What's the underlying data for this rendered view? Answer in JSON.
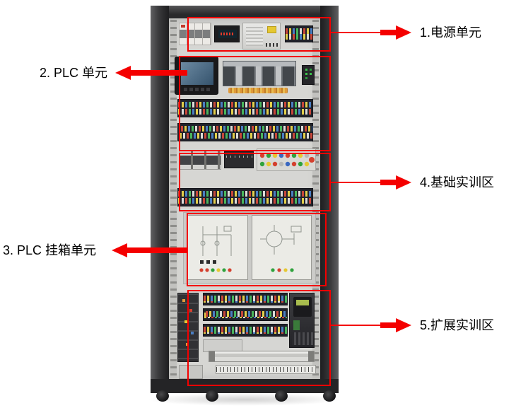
{
  "callouts": {
    "color": "#ff0000",
    "labels": [
      "1.电源单元",
      "2. PLC 单元",
      "3. PLC 挂箱单元",
      "4.基础实训区",
      "5.扩展实训区"
    ]
  }
}
